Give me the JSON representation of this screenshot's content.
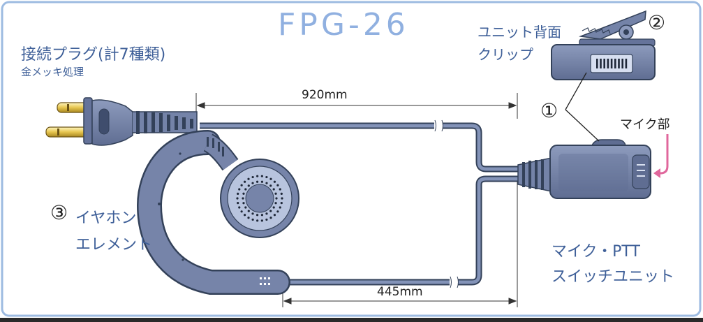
{
  "title": "FPG-26",
  "plug": {
    "label": "接続プラグ(計7種類)",
    "sub": "金メッキ処理"
  },
  "clip": {
    "line1": "ユニット背面",
    "line2": "クリップ",
    "marker": "②"
  },
  "unit": {
    "marker": "①",
    "mic_label": "マイク部",
    "line1": "マイク・PTT",
    "line2": "スイッチユニット"
  },
  "earphone": {
    "marker": "③",
    "line1": "イヤホン",
    "line2": "エレメント"
  },
  "dimensions": {
    "top": "920mm",
    "bottom": "445mm"
  },
  "colors": {
    "frame": "#9dbbe1",
    "body": "#7483a8",
    "body_dark": "#334159",
    "label": "#3e5f98",
    "title": "#90b0e0",
    "gold": "#e7c64f",
    "arrow": "#e0679c"
  }
}
